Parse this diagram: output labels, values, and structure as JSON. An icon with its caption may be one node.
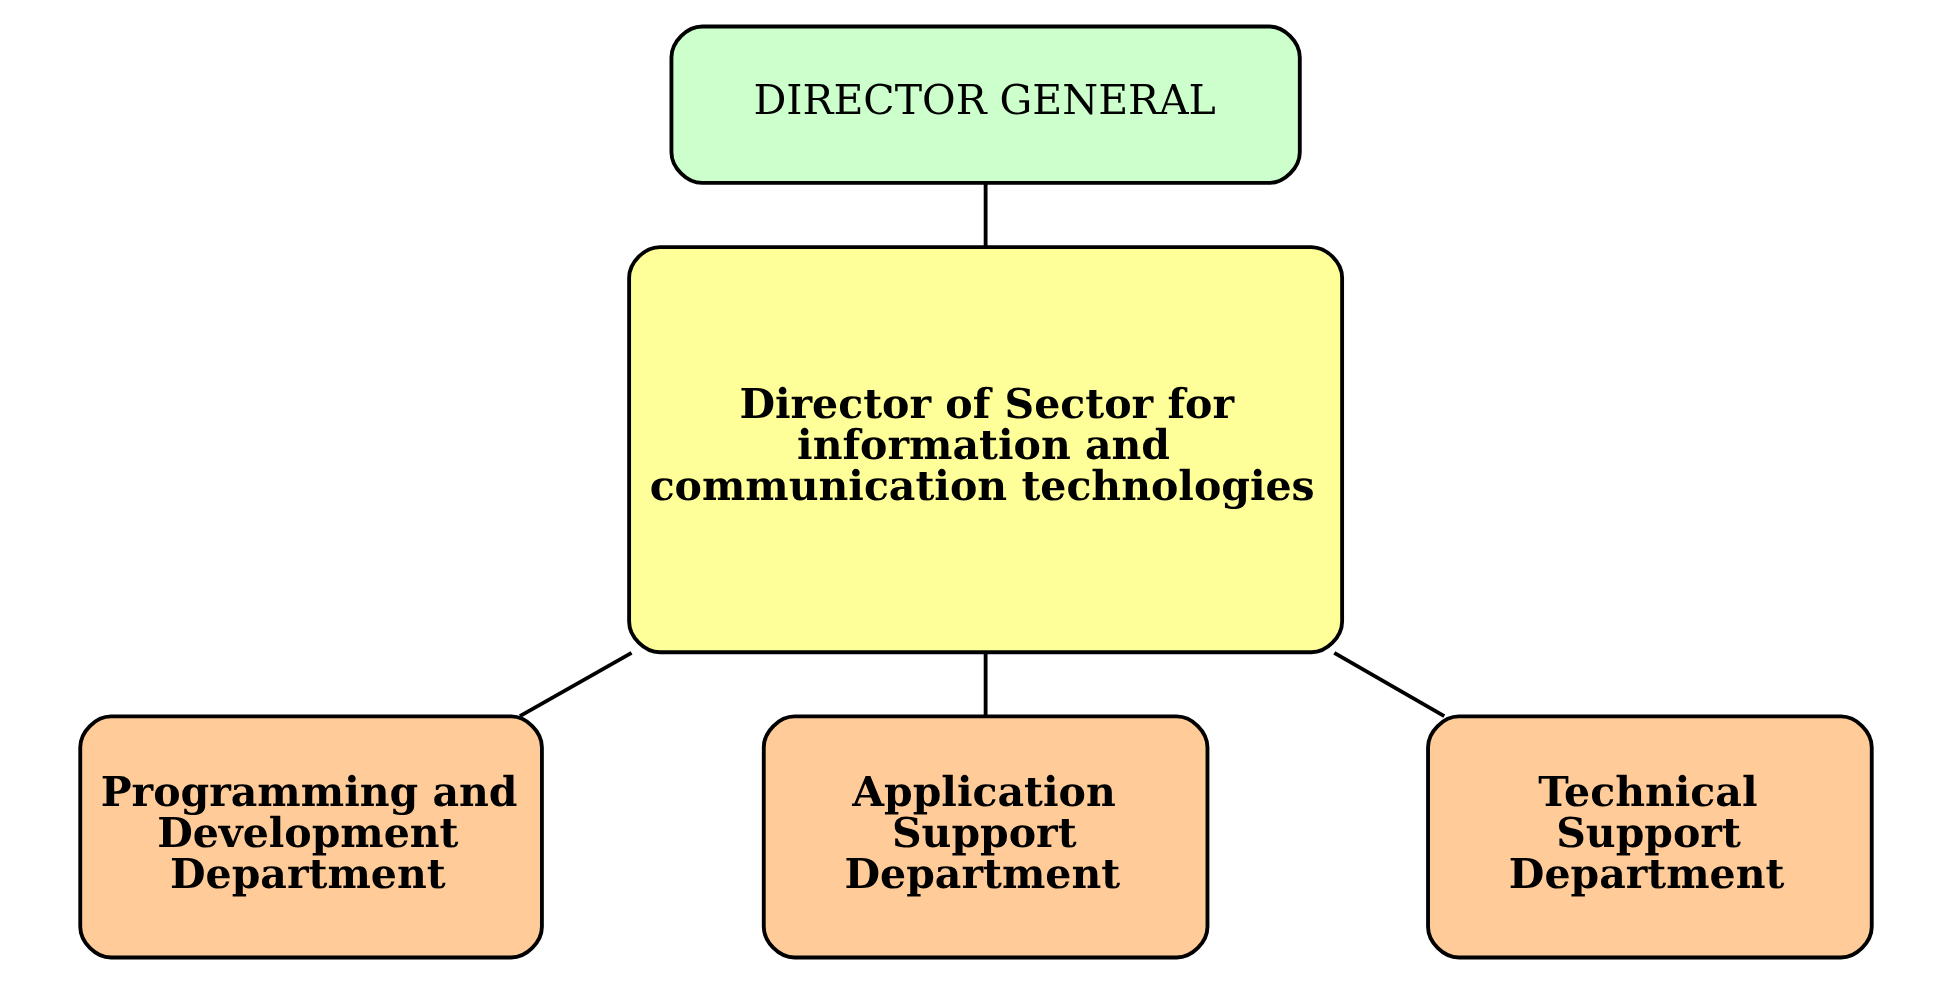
{
  "diagram": {
    "nodes": [
      {
        "text": [
          "DIRECTOR GENERAL"
        ]
      },
      {
        "text": [
          "Director of Sector for information and communication technologies"
        ]
      },
      {
        "text": [
          "Programming and Development Department"
        ]
      },
      {
        "text": [
          "Application Support Department"
        ]
      },
      {
        "text": [
          "Technical Support Department"
        ]
      }
    ],
    "edges": [
      {
        "from": 0,
        "to": 1,
        "arrow": "none"
      },
      {
        "from": 1,
        "to": 2,
        "arrow": "none"
      },
      {
        "from": 1,
        "to": 3,
        "arrow": "none"
      },
      {
        "from": 1,
        "to": 4,
        "arrow": "none"
      }
    ]
  }
}
